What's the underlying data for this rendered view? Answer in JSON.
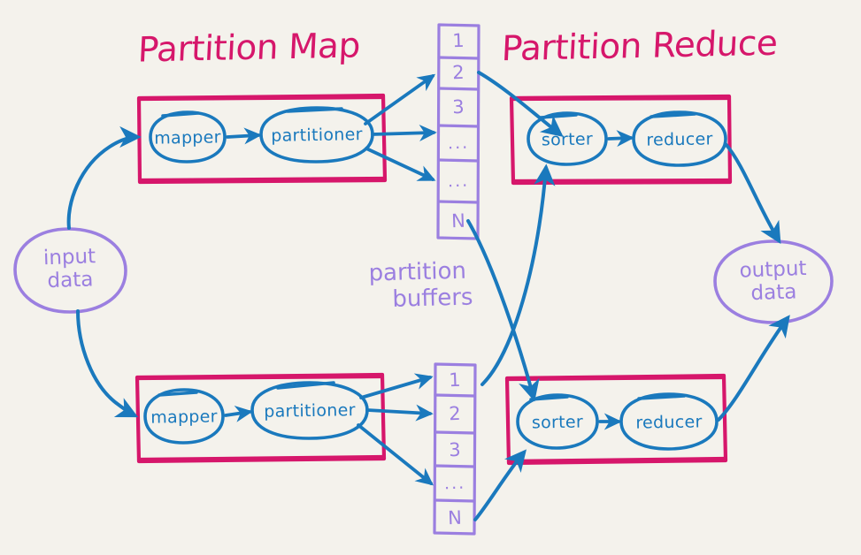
{
  "diagram": {
    "title_map": "Partition Map",
    "title_reduce": "Partition Reduce",
    "buffers_caption_line1": "partition",
    "buffers_caption_line2": "buffers",
    "colors": {
      "background": "#f4f2ec",
      "title_pink": "#d6176b",
      "box_pink": "#d6176b",
      "node_blue": "#1a79bd",
      "buffer_purple": "#9b7fe0",
      "data_purple": "#9b7fe0"
    }
  },
  "input": {
    "label_line1": "input",
    "label_line2": "data"
  },
  "output": {
    "label_line1": "output",
    "label_line2": "data"
  },
  "map_stages": [
    {
      "mapper": "mapper",
      "partitioner": "partitioner"
    },
    {
      "mapper": "mapper",
      "partitioner": "partitioner"
    }
  ],
  "reduce_stages": [
    {
      "sorter": "sorter",
      "reducer": "reducer"
    },
    {
      "sorter": "sorter",
      "reducer": "reducer"
    }
  ],
  "buffers": [
    {
      "cells": [
        "1",
        "2",
        "3",
        "...",
        "...",
        "N"
      ]
    },
    {
      "cells": [
        "1",
        "2",
        "3",
        "...",
        "N"
      ]
    }
  ]
}
